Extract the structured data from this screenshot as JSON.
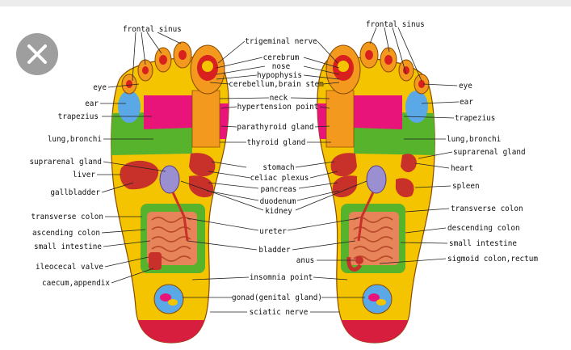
{
  "close_button": {
    "icon": "close-icon"
  },
  "labels": {
    "frontal_sinus": "frontal sinus",
    "trigeminal_nerve": "trigeminal nerve",
    "cerebrum": "cerebrum",
    "nose": "nose",
    "hypophysis": "hypophysis",
    "cerebellum_brain_stem": "cerebellum,brain stem",
    "neck": "neck",
    "hypertension_point": "hypertension point",
    "parathyroid_gland": "parathyroid gland",
    "thyroid_gland": "thyroid gland",
    "stomach": "stomach",
    "celiac_plexus": "celiac plexus",
    "pancreas": "pancreas",
    "duodenum": "duodenum",
    "kidney": "kidney",
    "ureter": "ureter",
    "bladder": "bladder",
    "anus": "anus",
    "insomnia_point": "insomnia point",
    "gonad": "gonad(genital gland)",
    "sciatic_nerve": "sciatic nerve",
    "eye": "eye",
    "ear": "ear",
    "trapezius": "trapezius",
    "lung_bronchi": "lung,bronchi",
    "suprarenal_gland": "suprarenal gland",
    "liver": "liver",
    "gallbladder": "gallbladder",
    "transverse_colon": "transverse colon",
    "ascending_colon": "ascending colon",
    "small_intestine": "small intestine",
    "ileocecal_valve": "ileocecal valve",
    "caecum_appendix": "caecum,appendix",
    "heart": "heart",
    "spleen": "spleen",
    "descending_colon": "descending colon",
    "sigmoid_colon_rectum": "sigmoid colon,rectum"
  },
  "colors": {
    "foot_base": "#f5c400",
    "toe_orange": "#f39a1e",
    "head_red": "#d8201e",
    "magenta": "#e8147a",
    "green": "#57b22c",
    "blue": "#5aa8e6",
    "heel_red": "#d81e3e",
    "intestine": "#e8845a",
    "close_bg": "#9e9e9e"
  }
}
